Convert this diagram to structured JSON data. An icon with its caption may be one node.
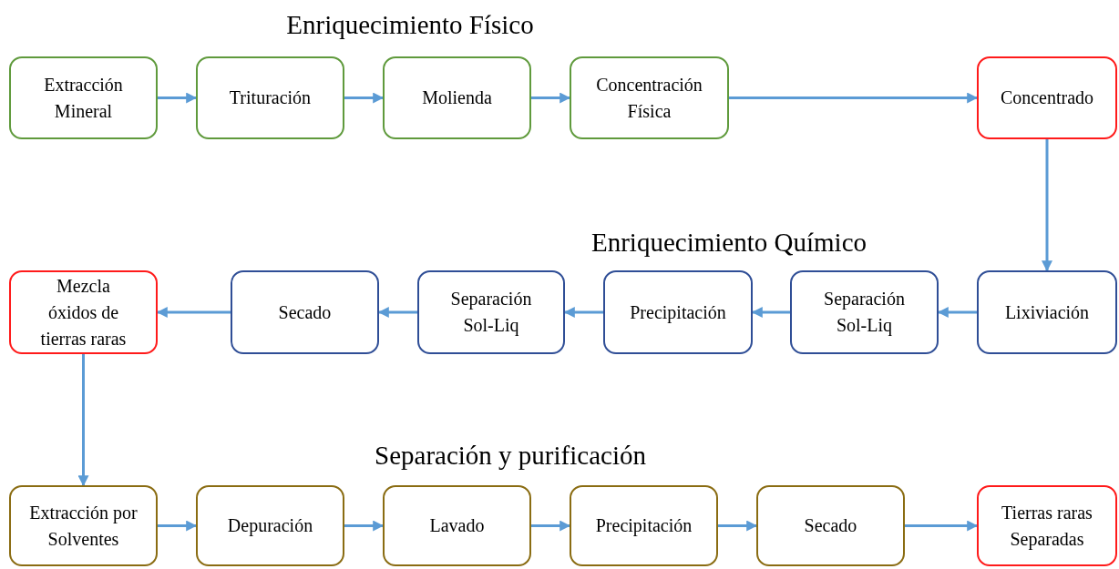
{
  "diagram": {
    "nodes": [
      {
        "text": [
          "Extracción Mineral"
        ]
      },
      {
        "text": [
          "Trituración"
        ]
      },
      {
        "text": [
          "Molienda"
        ]
      },
      {
        "text": [
          "Concentración Física"
        ]
      },
      {
        "text": [
          "Concentrado"
        ]
      },
      {
        "text": [
          "Mezcla óxidos de tierras raras"
        ]
      },
      {
        "text": [
          "Secado"
        ]
      },
      {
        "text": [
          "Separación Sol-Liq"
        ]
      },
      {
        "text": [
          "Precipitación"
        ]
      },
      {
        "text": [
          "Separación Sol-Liq"
        ]
      },
      {
        "text": [
          "Lixiviación"
        ]
      },
      {
        "text": [
          "Extracción por Solventes"
        ]
      },
      {
        "text": [
          "Depuración"
        ]
      },
      {
        "text": [
          "Lavado"
        ]
      },
      {
        "text": [
          "Precipitación"
        ]
      },
      {
        "text": [
          "Secado"
        ]
      },
      {
        "text": [
          "Tierras raras Separadas"
        ]
      }
    ],
    "edges": [
      {
        "from": 0,
        "to": 1,
        "arrow": "to"
      },
      {
        "from": 1,
        "to": 2,
        "arrow": "to"
      },
      {
        "from": 2,
        "to": 3,
        "arrow": "to"
      },
      {
        "from": 3,
        "to": 4,
        "arrow": "to"
      },
      {
        "from": 4,
        "to": 10,
        "arrow": "to"
      },
      {
        "from": 10,
        "to": 9,
        "arrow": "to"
      },
      {
        "from": 9,
        "to": 8,
        "arrow": "to"
      },
      {
        "from": 8,
        "to": 7,
        "arrow": "to"
      },
      {
        "from": 7,
        "to": 6,
        "arrow": "to"
      },
      {
        "from": 6,
        "to": 5,
        "arrow": "to"
      },
      {
        "from": 5,
        "to": 11,
        "arrow": "to"
      },
      {
        "from": 11,
        "to": 12,
        "arrow": "to"
      },
      {
        "from": 12,
        "to": 13,
        "arrow": "to"
      },
      {
        "from": 13,
        "to": 14,
        "arrow": "to"
      },
      {
        "from": 14,
        "to": 15,
        "arrow": "to"
      },
      {
        "from": 15,
        "to": 16,
        "arrow": "to"
      }
    ],
    "labels": [
      "Enriquecimiento Físico",
      "Enriquecimiento Químico",
      "Separación y purificación"
    ]
  }
}
